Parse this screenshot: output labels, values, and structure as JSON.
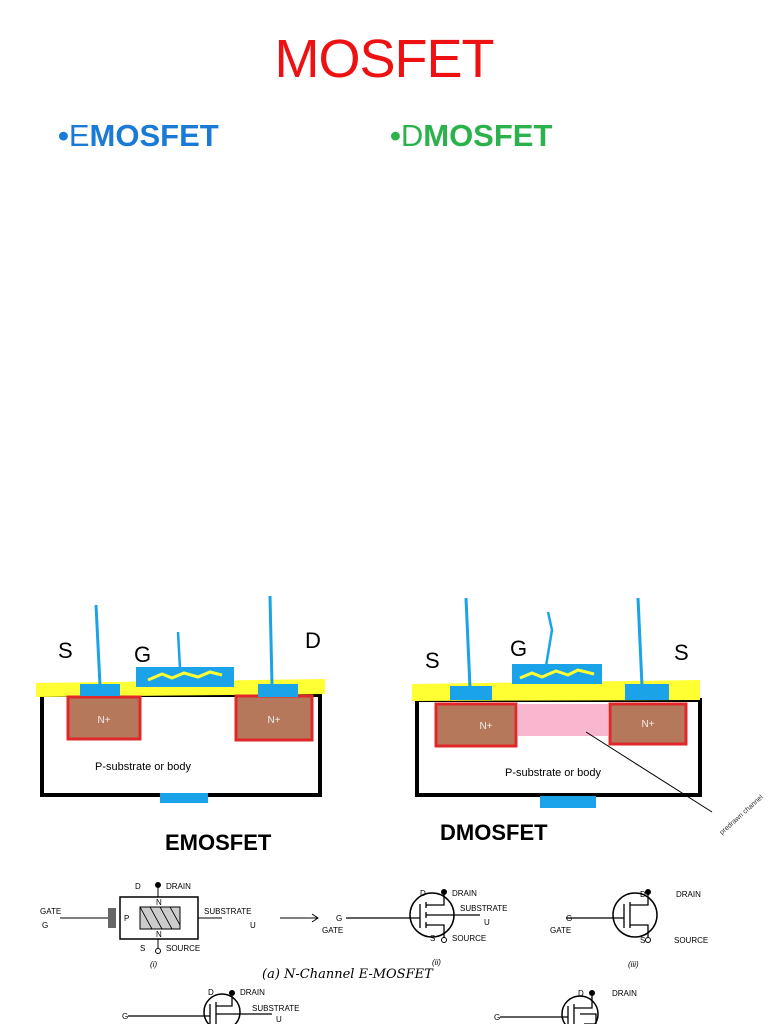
{
  "slide": {
    "title": "MOSFET",
    "bullets": [
      {
        "bullet": "•",
        "first": "E",
        "rest": "MOSFET"
      },
      {
        "bullet": "•",
        "first": "D",
        "rest": "MOSFET"
      }
    ]
  },
  "colors": {
    "title": "#ee1111",
    "bullet_e": "#1a7bd6",
    "bullet_d": "#2bb24c",
    "oxide": "#ffff33",
    "metal": "#1aa3e8",
    "n_region": "#b5785a",
    "n_border": "#e0282a",
    "channel": "#f9b6cf"
  },
  "emosfet": {
    "label_s": "S",
    "label_g": "G",
    "label_d": "D",
    "n_left": "N+",
    "n_right": "N+",
    "substrate": "P-substrate or body",
    "caption": "EMOSFET"
  },
  "dmosfet": {
    "label_s_left": "S",
    "label_g": "G",
    "label_s_right": "S",
    "n_left": "N+",
    "n_right": "N+",
    "substrate": "P-substrate or body",
    "caption": "DMOSFET",
    "annotation": "predrawn channel"
  },
  "symbols": {
    "i": {
      "drain": "DRAIN",
      "d": "D",
      "gate": "GATE",
      "g": "G",
      "substrate": "SUBSTRATE",
      "u": "U",
      "source": "SOURCE",
      "s": "S",
      "n_top": "N",
      "n_bottom": "N",
      "p": "P",
      "label": "(i)"
    },
    "ii": {
      "drain": "DRAIN",
      "d": "D",
      "gate": "GATE",
      "g": "G",
      "substrate": "SUBSTRATE",
      "u": "U",
      "source": "SOURCE",
      "s": "S",
      "label": "(ii)"
    },
    "iii": {
      "drain": "DRAIN",
      "d": "D",
      "gate": "GATE",
      "g": "G",
      "source": "SOURCE",
      "s": "S",
      "label": "(iii)"
    },
    "caption": "(a) N-Channel E-MOSFET",
    "bottom_left": {
      "d": "D",
      "drain": "DRAIN",
      "substrate": "SUBSTRATE",
      "g": "G",
      "u": "U"
    },
    "bottom_right": {
      "d": "D",
      "drain": "DRAIN",
      "g": "G"
    }
  }
}
